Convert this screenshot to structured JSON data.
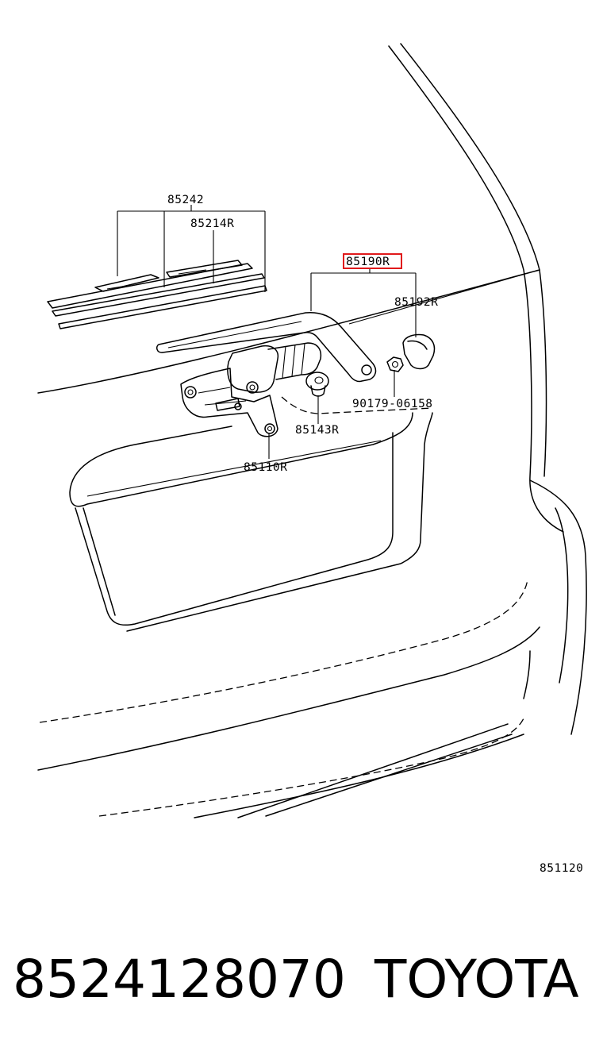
{
  "labels": {
    "wiper_blade_assy": "85242",
    "wiper_blade_rubber": "85214R",
    "wiper_arm": "85190R",
    "arm_head_cap": "85192R",
    "nut": "90179-06158",
    "grommet": "85143R",
    "wiper_motor": "85110R",
    "figure_ref": "851120"
  },
  "footer": {
    "part_number": "8524128070",
    "brand": "TOYOTA"
  },
  "colors": {
    "highlight": "#e0191b",
    "line": "#000000",
    "background": "#ffffff"
  }
}
